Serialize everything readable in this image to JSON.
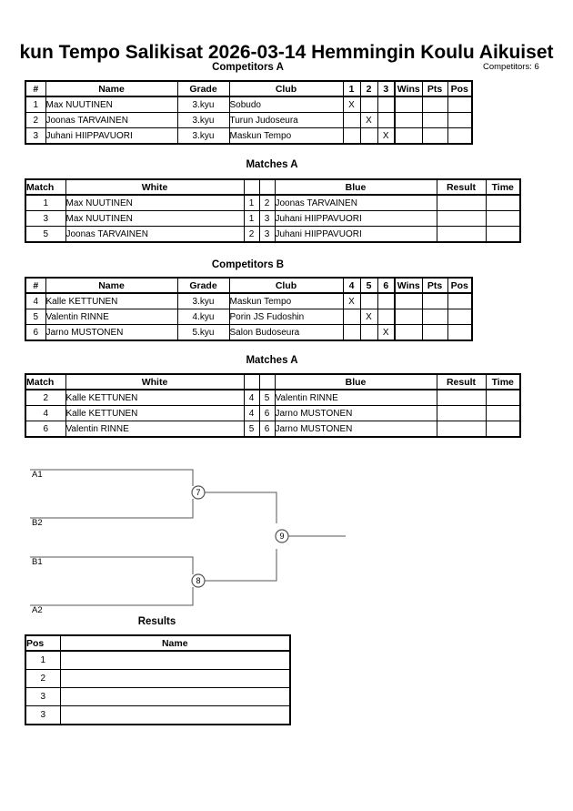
{
  "header": {
    "title_parts": [
      "kun Tempo Salikisat",
      "2026-03-14",
      "Hemmingin Koulu",
      "Aikuiset"
    ],
    "title_full": "kun Tempo Salikisat  2026-03-14  Hemmingin Koulu   Aikuiset",
    "competitors_count_label": "Competitors: 6"
  },
  "pools": [
    {
      "caption": "Competitors A",
      "columns": [
        "#",
        "Name",
        "Grade",
        "Club",
        "1",
        "2",
        "3",
        "Wins",
        "Pts",
        "Pos"
      ],
      "rows": [
        {
          "num": "1",
          "name": "Max NUUTINEN",
          "grade": "3.kyu",
          "club": "Sobudo",
          "marks": [
            "X",
            "",
            ""
          ],
          "wins": "",
          "pts": "",
          "pos": ""
        },
        {
          "num": "2",
          "name": "Joonas TARVAINEN",
          "grade": "3.kyu",
          "club": "Turun Judoseura",
          "marks": [
            "",
            "X",
            ""
          ],
          "wins": "",
          "pts": "",
          "pos": ""
        },
        {
          "num": "3",
          "name": "Juhani HIIPPAVUORI",
          "grade": "3.kyu",
          "club": "Maskun Tempo",
          "marks": [
            "",
            "",
            "X"
          ],
          "wins": "",
          "pts": "",
          "pos": ""
        }
      ]
    },
    {
      "caption": "Competitors B",
      "columns": [
        "#",
        "Name",
        "Grade",
        "Club",
        "4",
        "5",
        "6",
        "Wins",
        "Pts",
        "Pos"
      ],
      "rows": [
        {
          "num": "4",
          "name": "Kalle KETTUNEN",
          "grade": "3.kyu",
          "club": "Maskun Tempo",
          "marks": [
            "X",
            "",
            ""
          ],
          "wins": "",
          "pts": "",
          "pos": ""
        },
        {
          "num": "5",
          "name": "Valentin RINNE",
          "grade": "4.kyu",
          "club": "Porin JS Fudoshin",
          "marks": [
            "",
            "X",
            ""
          ],
          "wins": "",
          "pts": "",
          "pos": ""
        },
        {
          "num": "6",
          "name": "Jarno MUSTONEN",
          "grade": "5.kyu",
          "club": "Salon Budoseura",
          "marks": [
            "",
            "",
            "X"
          ],
          "wins": "",
          "pts": "",
          "pos": ""
        }
      ]
    }
  ],
  "matches": [
    {
      "caption": "Matches A",
      "columns": [
        "Match",
        "White",
        "",
        "",
        "Blue",
        "Result",
        "Time"
      ],
      "rows": [
        {
          "match": "1",
          "white": "Max NUUTINEN",
          "white_no": "1",
          "blue_no": "2",
          "blue": "Joonas TARVAINEN",
          "result": "",
          "time": ""
        },
        {
          "match": "3",
          "white": "Max NUUTINEN",
          "white_no": "1",
          "blue_no": "3",
          "blue": "Juhani HIIPPAVUORI",
          "result": "",
          "time": ""
        },
        {
          "match": "5",
          "white": "Joonas TARVAINEN",
          "white_no": "2",
          "blue_no": "3",
          "blue": "Juhani HIIPPAVUORI",
          "result": "",
          "time": ""
        }
      ]
    },
    {
      "caption": "Matches A",
      "columns": [
        "Match",
        "White",
        "",
        "",
        "Blue",
        "Result",
        "Time"
      ],
      "rows": [
        {
          "match": "2",
          "white": "Kalle KETTUNEN",
          "white_no": "4",
          "blue_no": "5",
          "blue": "Valentin RINNE",
          "result": "",
          "time": ""
        },
        {
          "match": "4",
          "white": "Kalle KETTUNEN",
          "white_no": "4",
          "blue_no": "6",
          "blue": "Jarno MUSTONEN",
          "result": "",
          "time": ""
        },
        {
          "match": "6",
          "white": "Valentin RINNE",
          "white_no": "5",
          "blue_no": "6",
          "blue": "Jarno MUSTONEN",
          "result": "",
          "time": ""
        }
      ]
    }
  ],
  "bracket": {
    "seeds": {
      "top_upper": "A1",
      "top_lower": "B2",
      "bottom_upper": "B1",
      "bottom_lower": "A2"
    },
    "nodes": {
      "semi_top": "7",
      "semi_bottom": "8",
      "final": "9"
    },
    "line_color": "#555555"
  },
  "results": {
    "caption": "Results",
    "columns": [
      "Pos",
      "Name"
    ],
    "rows": [
      {
        "pos": "1",
        "name": ""
      },
      {
        "pos": "2",
        "name": ""
      },
      {
        "pos": "3",
        "name": ""
      },
      {
        "pos": "3",
        "name": ""
      }
    ]
  }
}
